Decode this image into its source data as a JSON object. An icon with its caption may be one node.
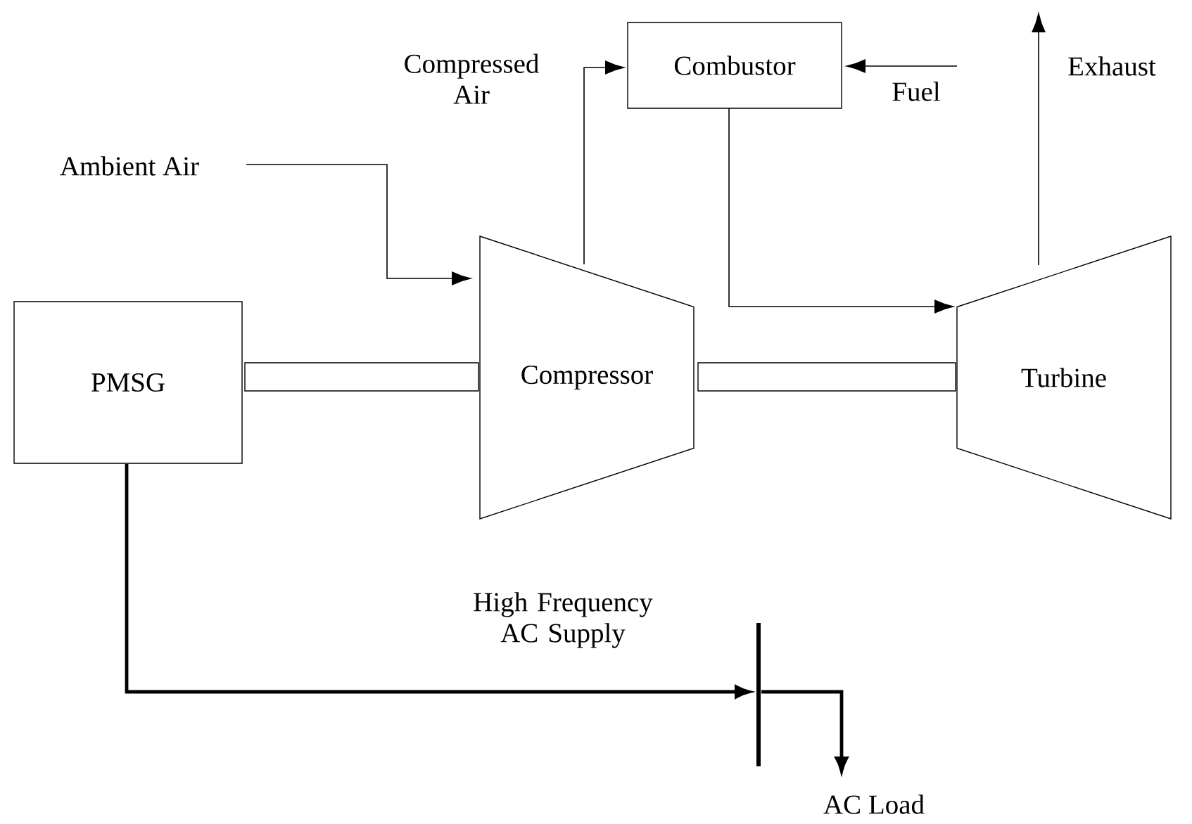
{
  "diagram": {
    "nodes": [
      {
        "text": [
          "Combustor"
        ]
      },
      {
        "text": [
          "Ambient Air"
        ]
      },
      {
        "text": [
          "PMSG"
        ]
      },
      {
        "text": [],
        "shape": "bar"
      },
      {
        "text": [
          "Compressor"
        ]
      },
      {
        "text": [],
        "shape": "bar"
      },
      {
        "text": [
          "Turbine"
        ]
      },
      {
        "text": [],
        "shape": "bar"
      },
      {
        "text": [
          "AC Load"
        ]
      }
    ],
    "edges": [
      {
        "from": 1,
        "to": 4,
        "arrow": "to"
      },
      {
        "from": 4,
        "to": 0,
        "arrow": "to",
        "label": "Compressed Air"
      },
      {
        "from": null,
        "to": 0,
        "arrow": "to",
        "label": "Fuel"
      },
      {
        "from": 0,
        "to": 6,
        "arrow": "to"
      },
      {
        "from": 6,
        "to": null,
        "arrow": "to",
        "label": "Exhaust"
      },
      {
        "from": 2,
        "to": 7,
        "arrow": "to",
        "style": "thick",
        "label": "High Frequency AC Supply"
      },
      {
        "from": 7,
        "to": 8,
        "arrow": "to",
        "style": "thick"
      }
    ]
  }
}
